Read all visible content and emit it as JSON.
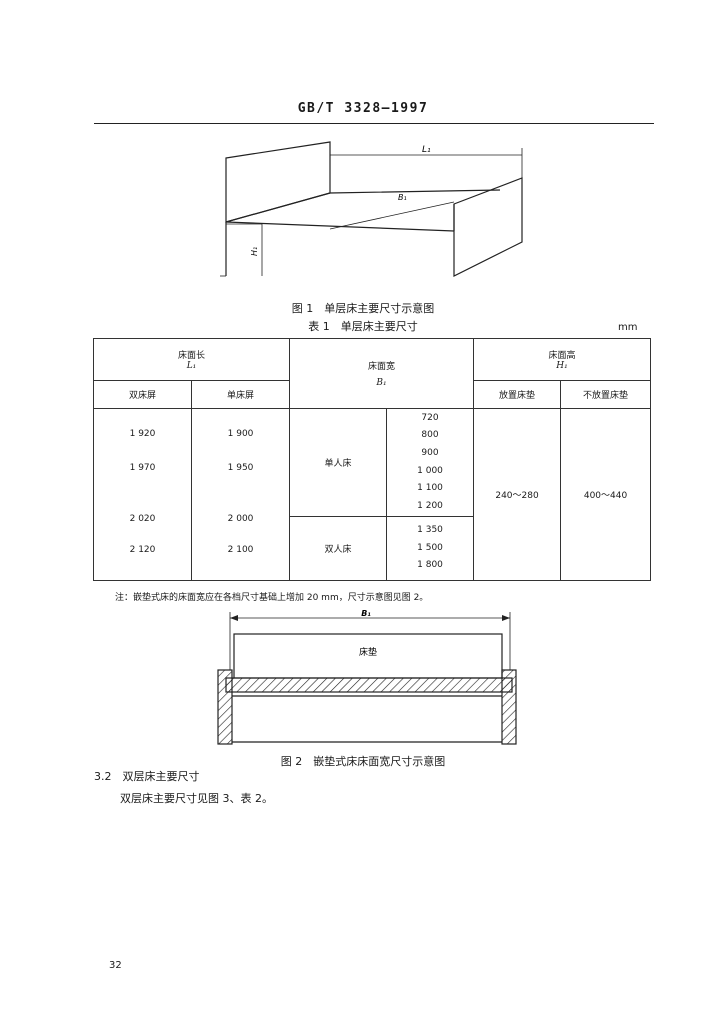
{
  "header": {
    "standard_code": "GB/T 3328—1997"
  },
  "figure1": {
    "caption": "图 1　单层床主要尺寸示意图",
    "label_L1": "L₁",
    "label_B1": "B₁",
    "label_H1": "H₁"
  },
  "table1": {
    "title": "表 1　单层床主要尺寸",
    "unit": "mm",
    "col_length": "床面长",
    "col_length_sym": "L₁",
    "col_length_double": "双床屏",
    "col_length_single": "单床屏",
    "col_width": "床面宽",
    "col_width_sym": "B₁",
    "col_height": "床面高",
    "col_height_sym": "H₁",
    "col_height_with": "放置床垫",
    "col_height_without": "不放置床垫",
    "length_double": [
      "1 920",
      "1 970",
      "2 020",
      "2 120"
    ],
    "length_single": [
      "1 900",
      "1 950",
      "2 000",
      "2 100"
    ],
    "single_bed_label": "单人床",
    "single_widths": [
      "720",
      "800",
      "900",
      "1 000",
      "1 100",
      "1 200"
    ],
    "double_bed_label": "双人床",
    "double_widths": [
      "1 350",
      "1 500",
      "1 800"
    ],
    "height_with": "240～280",
    "height_without": "400～440",
    "note": "注：嵌垫式床的床面宽应在各档尺寸基础上增加 20 mm，尺寸示意图见图 2。"
  },
  "figure2": {
    "caption": "图 2　嵌垫式床床面宽尺寸示意图",
    "label_B1": "B₁",
    "mattress_label": "床垫"
  },
  "section": {
    "heading": "3.2　双层床主要尺寸",
    "text": "双层床主要尺寸见图 3、表 2。"
  },
  "page_number": "32"
}
